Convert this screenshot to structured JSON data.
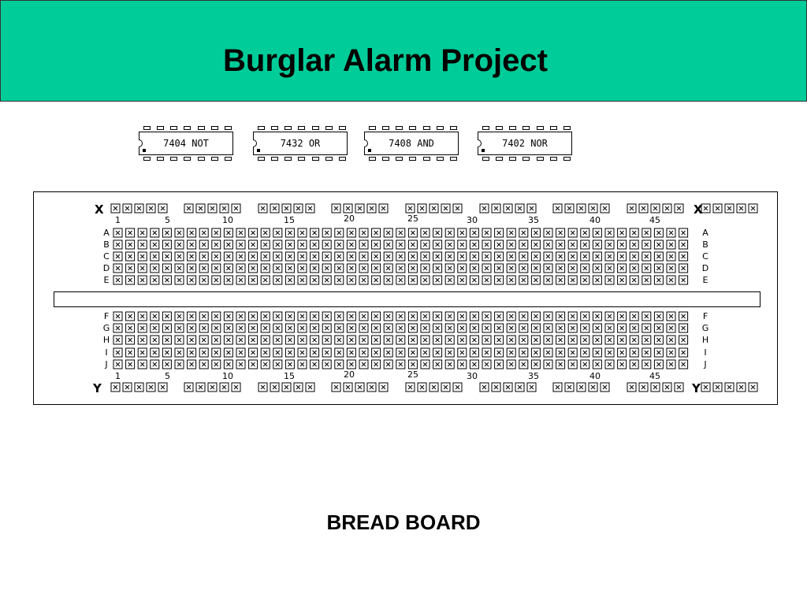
{
  "title": "Burglar Alarm Project",
  "chips": [
    {
      "label": "7404 NOT"
    },
    {
      "label": "7432 OR"
    },
    {
      "label": "7408 AND"
    },
    {
      "label": "7402 NOR"
    }
  ],
  "breadboard": {
    "rail_top": "X",
    "rail_bottom": "Y",
    "rows_top": [
      "A",
      "B",
      "C",
      "D",
      "E"
    ],
    "rows_bottom": [
      "F",
      "G",
      "H",
      "I",
      "J"
    ],
    "column_numbers": [
      "1",
      "5",
      "10",
      "15",
      "20",
      "25",
      "30",
      "35",
      "40",
      "45"
    ]
  },
  "caption": "BREAD BOARD"
}
